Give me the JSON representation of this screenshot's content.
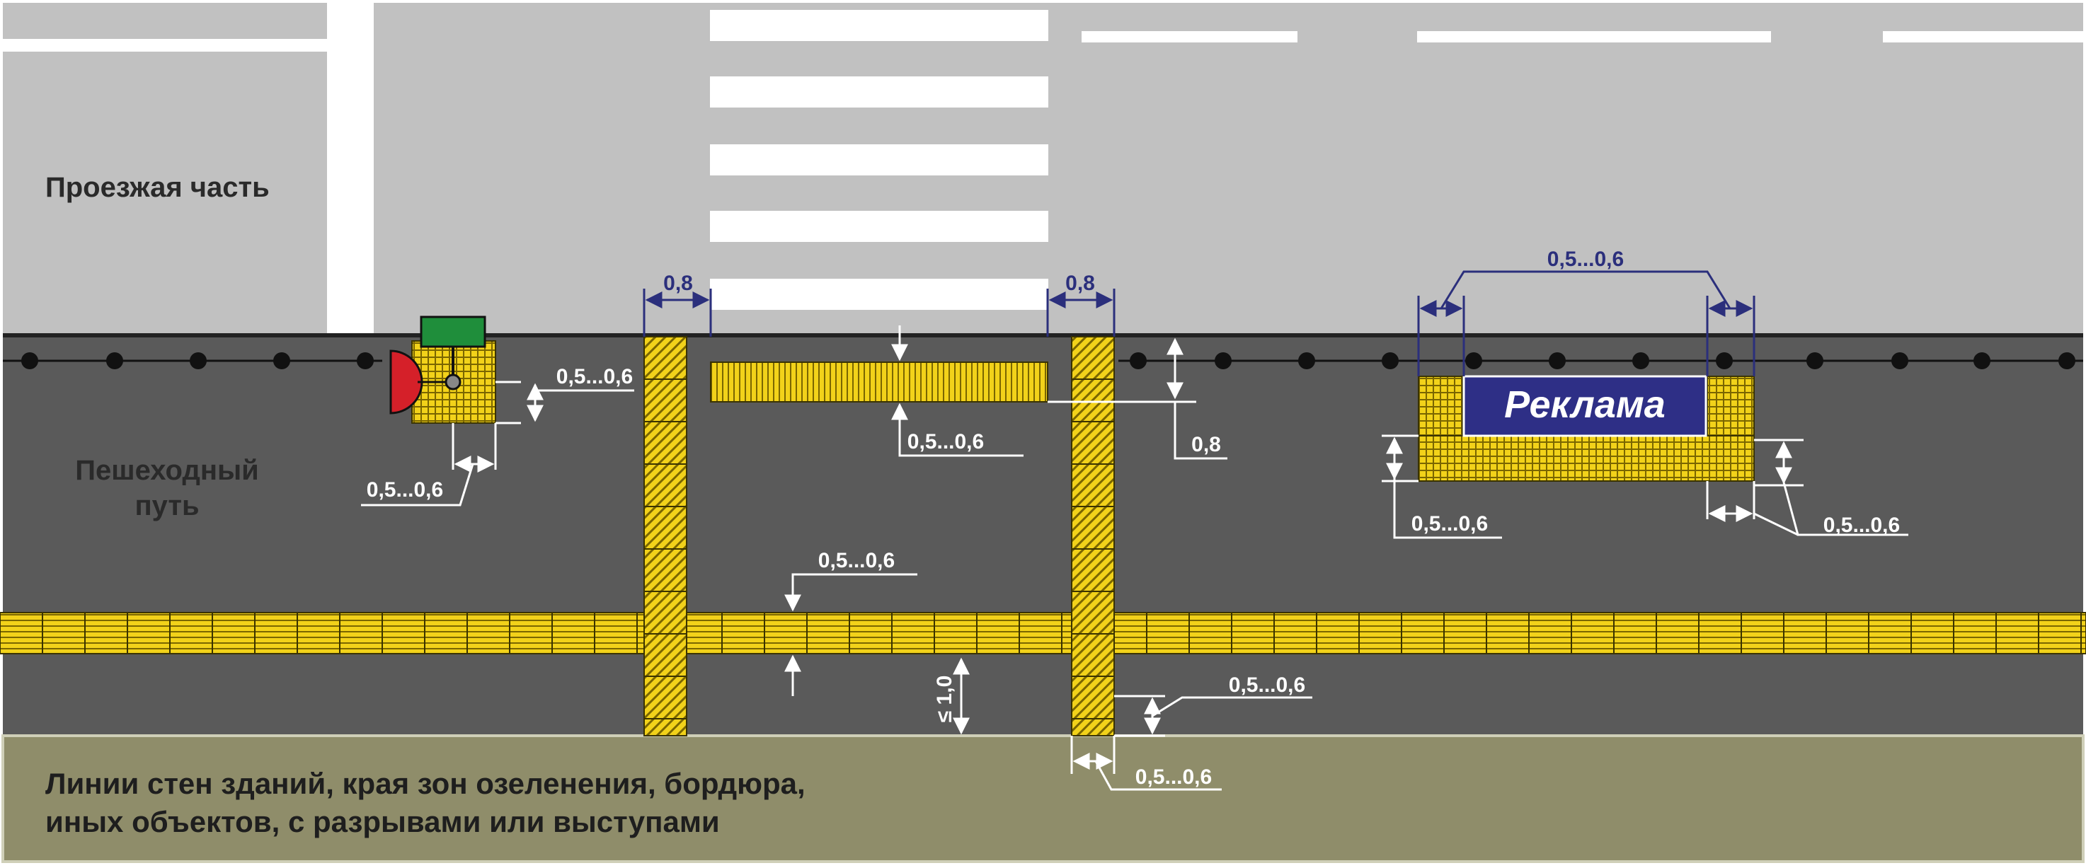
{
  "labels": {
    "roadway": "Проезжая часть",
    "sidewalk_line1": "Пешеходный",
    "sidewalk_line2": "путь",
    "bottom_line1": "Линии стен зданий, края зон озеленения, бордюра,",
    "bottom_line2": "иных объектов, с разрывами или выступами",
    "billboard": "Реклама"
  },
  "dimensions": {
    "crossing_left_width": "0,8",
    "crossing_right_width": "0,8",
    "curb_band_depth": "0,5...0,6",
    "curb_offset": "0,8",
    "light_vertical": "0,5...0,6",
    "light_horizontal": "0,5...0,6",
    "billboard_side": "0,5...0,6",
    "billboard_left_depth": "0,5...0,6",
    "billboard_right_depth": "0,5...0,6",
    "guide_strip_width": "0,5...0,6",
    "wall_distance": "≤ 1,0",
    "right_stripe_gap": "0,5...0,6",
    "right_stripe_wall": "0,5...0,6"
  },
  "colors": {
    "road": "#c1c1c1",
    "sidewalk": "#5a5a5a",
    "tactile": "#f2d21a",
    "tactile_line": "#5e5000",
    "wall_zone": "#8f8d6a",
    "dimension_blue": "#2b2f7c",
    "billboard": "#2e2f86",
    "signal_red": "#d52029",
    "signal_green": "#1f8e3b"
  },
  "icons": {
    "traffic_light": "pedestrian-traffic-light-icon"
  }
}
